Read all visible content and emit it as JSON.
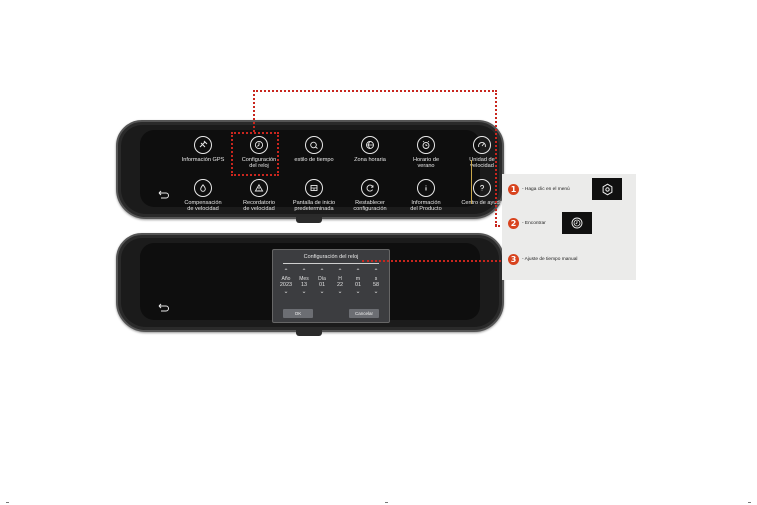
{
  "menu": {
    "row1": [
      {
        "label": "Información GPS",
        "icon": "satellite-icon"
      },
      {
        "label": "Configuración\ndel reloj",
        "icon": "clock-icon"
      },
      {
        "label": "estilo de tiempo",
        "icon": "time-style-icon"
      },
      {
        "label": "Zona horaria",
        "icon": "globe-icon"
      },
      {
        "label": "Horario de\nverano",
        "icon": "alarm-clock-icon"
      },
      {
        "label": "Unidad de\nvelocidad",
        "icon": "speedometer-icon"
      }
    ],
    "row2": [
      {
        "label": "Compensación\nde velocidad",
        "icon": "drop-icon"
      },
      {
        "label": "Recordatorio\nde velocidad",
        "icon": "warning-icon"
      },
      {
        "label": "Pantalla de inicio\npredeterminada",
        "icon": "home-screen-icon"
      },
      {
        "label": "Restablecer\nconfiguración",
        "icon": "reset-icon"
      },
      {
        "label": "Información\ndel Producto",
        "icon": "info-icon"
      },
      {
        "label": "Centro de ayuda",
        "icon": "help-icon"
      }
    ]
  },
  "dialog": {
    "title": "Configuración del reloj",
    "columns": [
      {
        "label": "Año",
        "value": "2023"
      },
      {
        "label": "Mes",
        "value": "13"
      },
      {
        "label": "Día",
        "value": "01"
      },
      {
        "label": "H",
        "value": "22"
      },
      {
        "label": "m",
        "value": "01"
      },
      {
        "label": "s",
        "value": "58"
      }
    ],
    "ok_label": "OK",
    "cancel_label": "Cancelar"
  },
  "steps": [
    {
      "number": "1",
      "text": "- Haga clic en el menú",
      "icon": "gear-icon"
    },
    {
      "number": "2",
      "text": "- Encontrar",
      "icon": "clock-icon"
    },
    {
      "number": "3",
      "text": "- Ajuste de tiempo manual"
    }
  ],
  "colors": {
    "accent": "#d8431e",
    "highlight": "#c8261e",
    "device": "#1b1b1b",
    "panel": "#ebebea"
  }
}
